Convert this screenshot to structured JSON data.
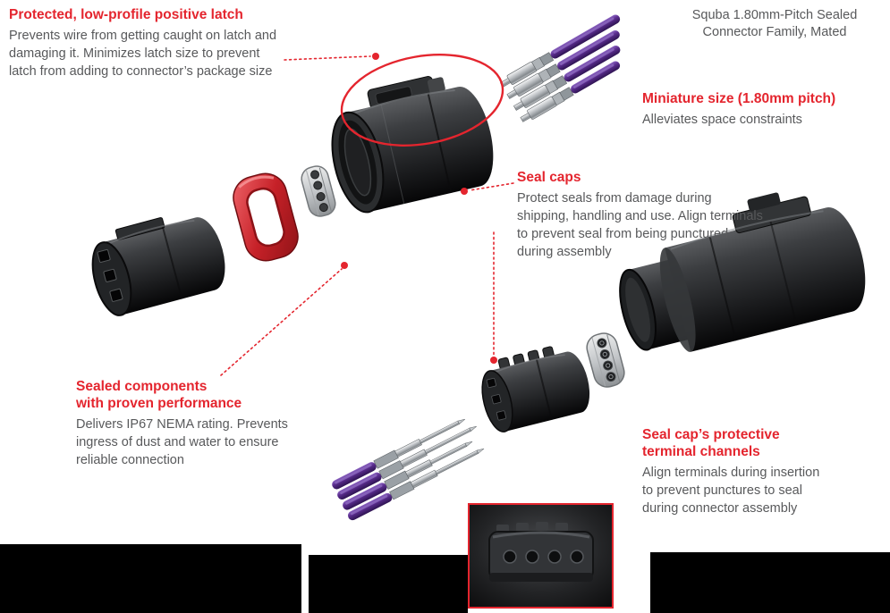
{
  "colors": {
    "accent_red": "#e4252e",
    "text_gray": "#58595b",
    "wire_purple": "#5b2d8f",
    "seal_red": "#c62128"
  },
  "title": {
    "lines": [
      "Squba 1.80mm-Pitch Sealed",
      "Connector Family, Mated"
    ]
  },
  "callouts": {
    "latch": {
      "heading_lines": [
        "Protected, low-profile positive latch"
      ],
      "body_lines": [
        "Prevents wire from getting caught on latch and",
        "damaging it. Minimizes latch size to prevent",
        "latch from adding to connector’s package size"
      ]
    },
    "miniature": {
      "heading_lines": [
        "Miniature size (1.80mm pitch)"
      ],
      "body_lines": [
        "Alleviates space constraints"
      ]
    },
    "seal_caps": {
      "heading_lines": [
        "Seal caps"
      ],
      "body_lines": [
        "Protect seals from damage during",
        "shipping, handling and use. Align terminals",
        "to prevent seal from being punctured",
        "during assembly"
      ]
    },
    "sealed_components": {
      "heading_lines": [
        "Sealed components",
        "with proven performance"
      ],
      "body_lines": [
        "Delivers IP67 NEMA rating. Prevents",
        "ingress of dust and water to ensure",
        "reliable connection"
      ]
    },
    "terminal_channels": {
      "heading_lines": [
        "Seal cap’s protective",
        "terminal channels"
      ],
      "body_lines": [
        "Align terminals during insertion",
        "to prevent punctures to seal",
        "during connector assembly"
      ]
    }
  }
}
